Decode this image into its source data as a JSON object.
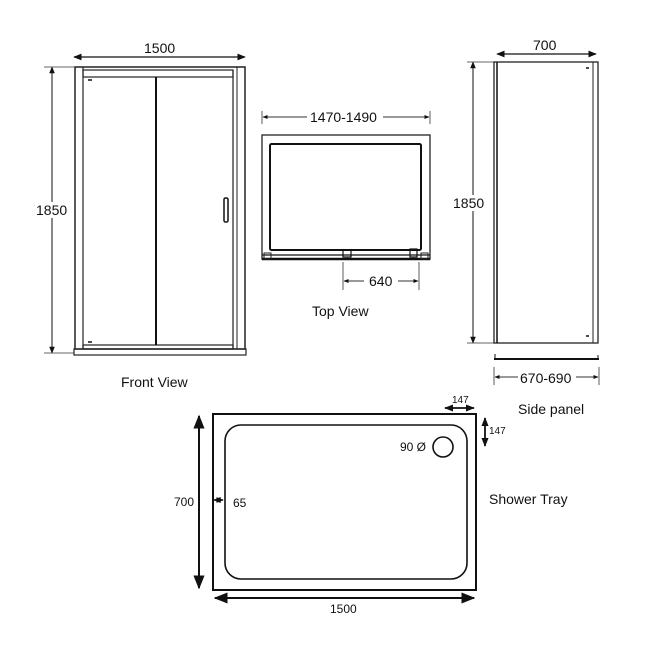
{
  "diagram": {
    "front_view": {
      "caption": "Front View",
      "width_label": "1500",
      "height_label": "1850"
    },
    "top_view": {
      "caption": "Top View",
      "width_label": "1470-1490",
      "opening_label": "640"
    },
    "side_panel": {
      "caption": "Side panel",
      "width_label": "700",
      "height_label": "1850",
      "base_label": "670-690"
    },
    "shower_tray": {
      "caption": "Shower Tray",
      "width_label": "1500",
      "height_label": "700",
      "rim_label": "65",
      "waste_label": "90 Ø",
      "waste_offset_x_label": "147",
      "waste_offset_y_label": "147"
    },
    "colors": {
      "line": "#111111",
      "background": "#ffffff"
    }
  }
}
